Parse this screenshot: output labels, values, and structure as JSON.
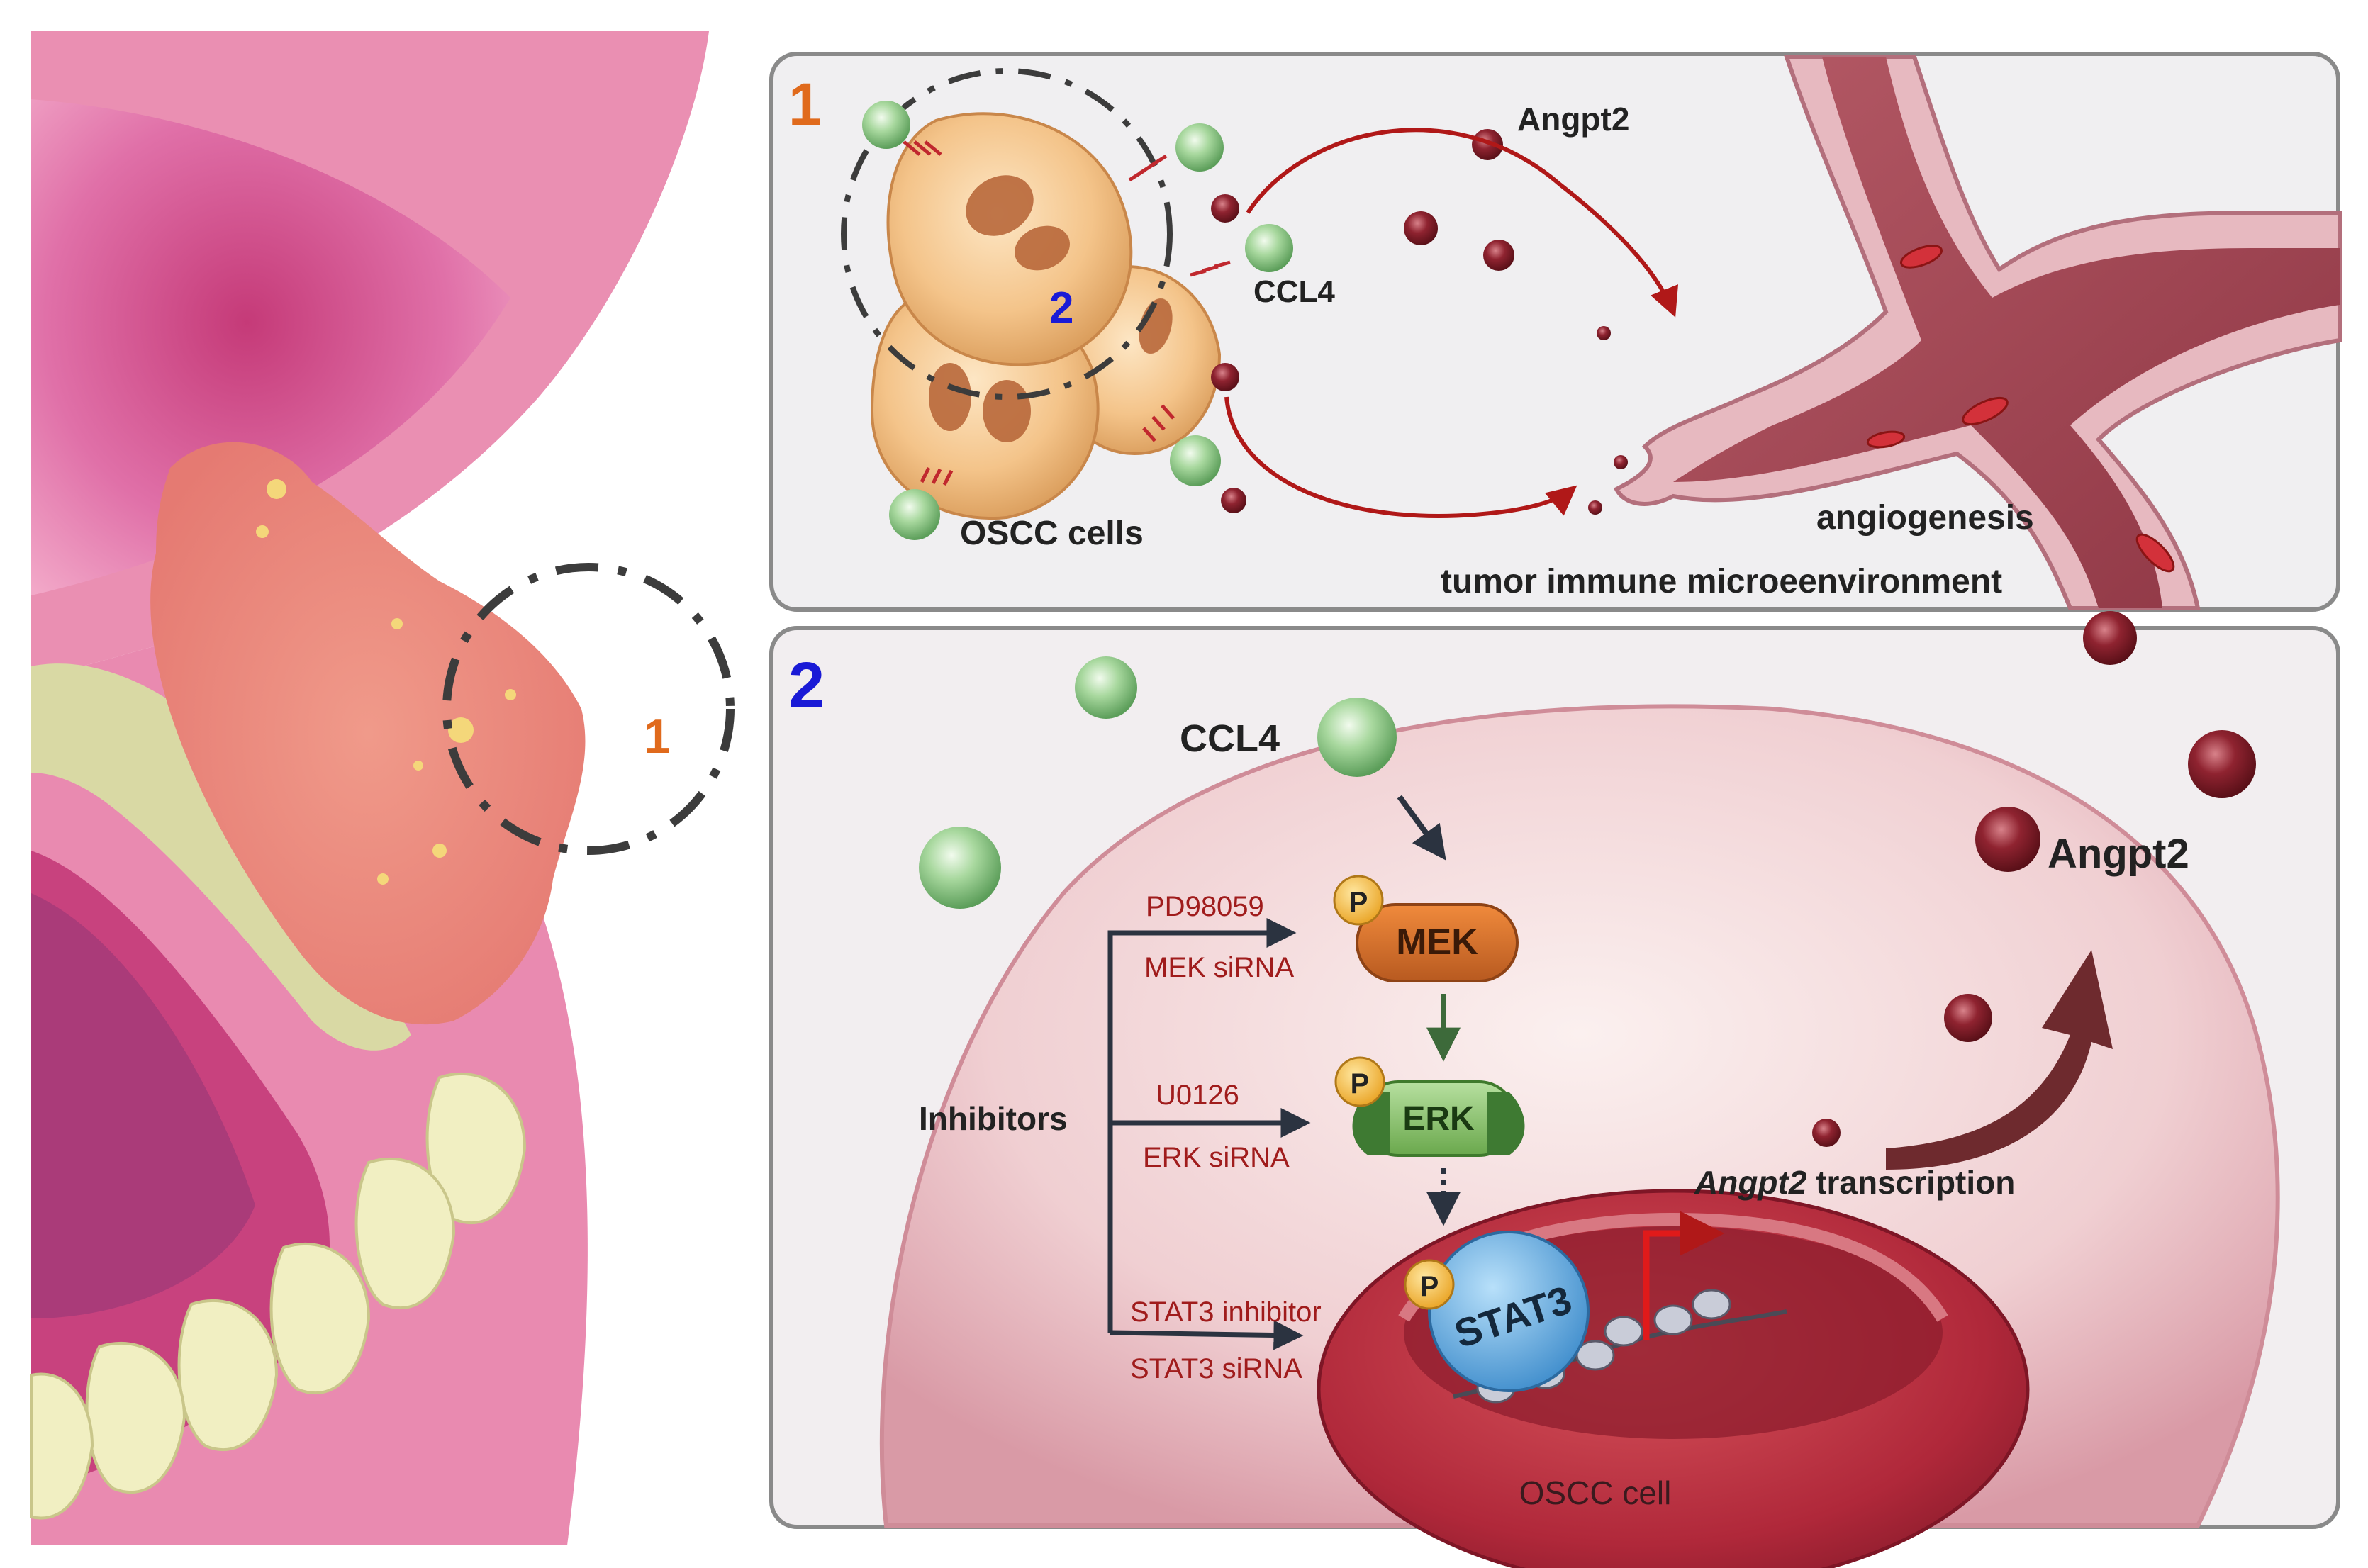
{
  "left_panel": {
    "callout_number": "1"
  },
  "panel_1": {
    "number": "1",
    "inner_callout_number": "2",
    "labels": {
      "angpt2": "Angpt2",
      "ccl4": "CCL4",
      "oscc_cells": "OSCC cells",
      "angiogenesis": "angiogenesis",
      "tumor_immune": "tumor immune microeenvironment"
    }
  },
  "panel_2": {
    "number": "2",
    "labels": {
      "ccl4": "CCL4",
      "angpt2": "Angpt2",
      "inhibitors": "Inhibitors",
      "pd98059": "PD98059",
      "mek_sirna": "MEK siRNA",
      "u0126": "U0126",
      "erk_sirna": "ERK siRNA",
      "stat3_inhibitor": "STAT3 inhibitor",
      "stat3_sirna": "STAT3 siRNA",
      "transcription_gene": "Angpt2",
      "transcription_word": " transcription",
      "oscc_cell": "OSCC cell"
    },
    "proteins": {
      "mek": "MEK",
      "erk": "ERK",
      "stat3": "STAT3",
      "phospho": "P"
    }
  },
  "colors": {
    "number_1": "#e06a1c",
    "number_2": "#1a1ad6",
    "arrow_red": "#b01818",
    "inhibitor_text": "#a01c1c",
    "mek": "#cf6a2a",
    "erk": "#78b85a",
    "stat3": "#4d9fd8",
    "phospho": "#f2b53a",
    "ccl4_green": "#86c484",
    "angpt2_maroon": "#8a1f2a"
  }
}
